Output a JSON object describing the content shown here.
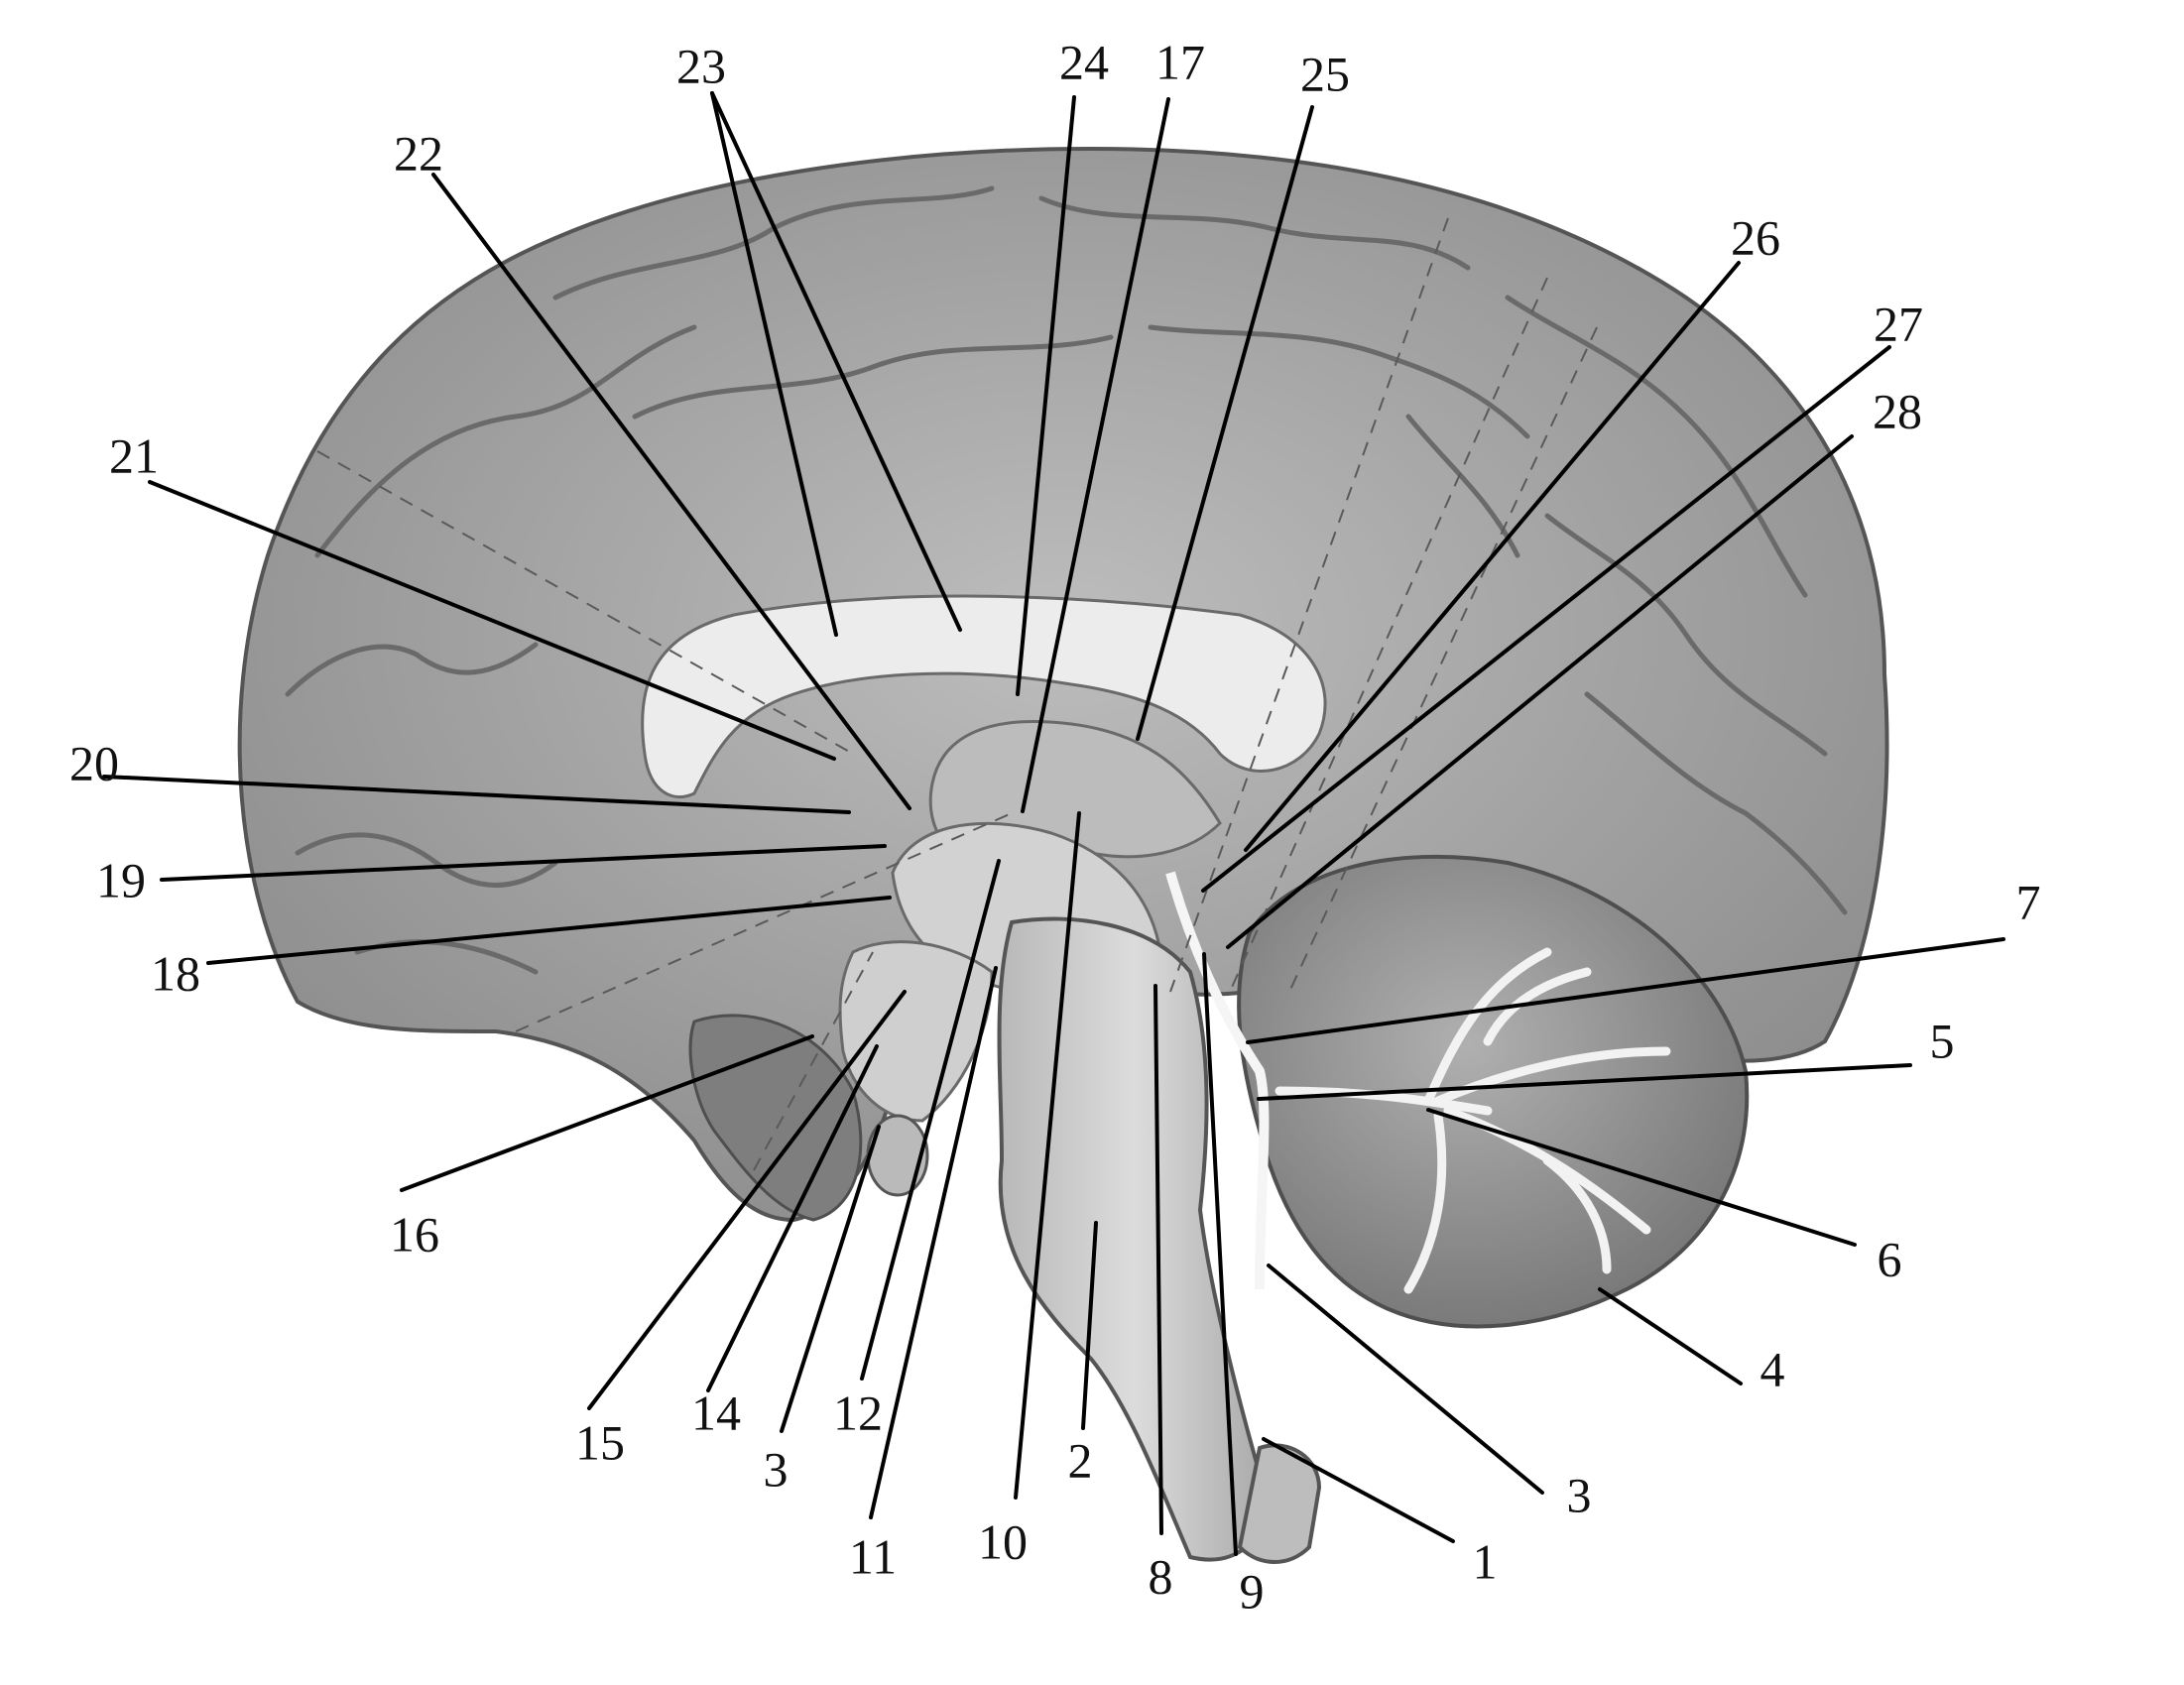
{
  "figure": {
    "palette": {
      "background": "#ffffff",
      "cortex": "#a9a9a9",
      "cortex_dark": "#7c7c7c",
      "white_matter": "#e4e4e4",
      "brainstem": "#c9c9c9",
      "cerebellum": "#9a9a9a",
      "line": "#000000",
      "text": "#111111"
    },
    "labels": [
      {
        "id": "23",
        "text": "23"
      },
      {
        "id": "24",
        "text": "24"
      },
      {
        "id": "17",
        "text": "17"
      },
      {
        "id": "25",
        "text": "25"
      },
      {
        "id": "22",
        "text": "22"
      },
      {
        "id": "26",
        "text": "26"
      },
      {
        "id": "27",
        "text": "27"
      },
      {
        "id": "28",
        "text": "28"
      },
      {
        "id": "21",
        "text": "21"
      },
      {
        "id": "20",
        "text": "20"
      },
      {
        "id": "19",
        "text": "19"
      },
      {
        "id": "18",
        "text": "18"
      },
      {
        "id": "7",
        "text": "7"
      },
      {
        "id": "5",
        "text": "5"
      },
      {
        "id": "6",
        "text": "6"
      },
      {
        "id": "16",
        "text": "16"
      },
      {
        "id": "4",
        "text": "4"
      },
      {
        "id": "15",
        "text": "15"
      },
      {
        "id": "14",
        "text": "14"
      },
      {
        "id": "3a",
        "text": "3"
      },
      {
        "id": "12",
        "text": "12"
      },
      {
        "id": "2",
        "text": "2"
      },
      {
        "id": "3b",
        "text": "3"
      },
      {
        "id": "11",
        "text": "11"
      },
      {
        "id": "10",
        "text": "10"
      },
      {
        "id": "8",
        "text": "8"
      },
      {
        "id": "9",
        "text": "9"
      },
      {
        "id": "1",
        "text": "1"
      }
    ]
  }
}
